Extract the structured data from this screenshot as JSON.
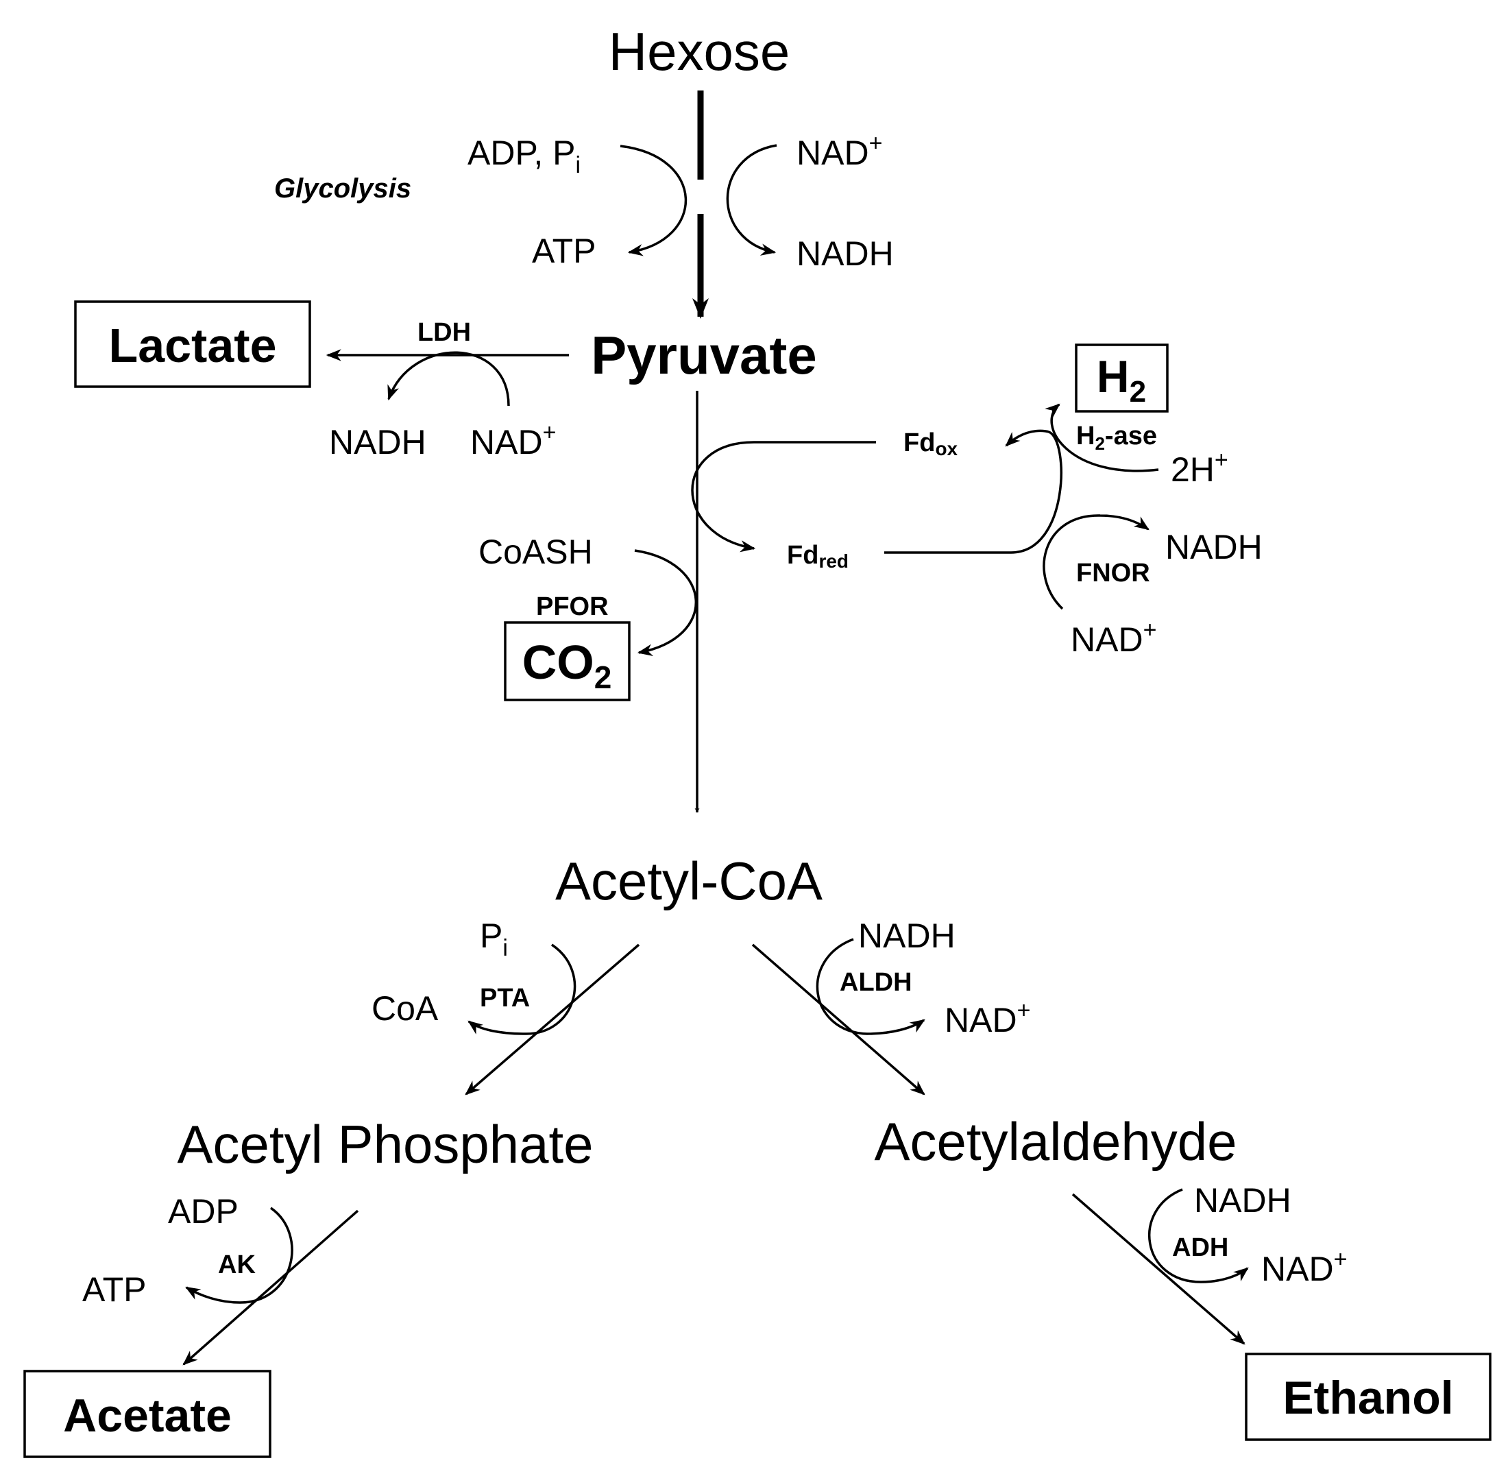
{
  "metabolites": {
    "hexose": "Hexose",
    "pyruvate": "Pyruvate",
    "lactate": "Lactate",
    "acetyl_coa": "Acetyl-CoA",
    "acetyl_phosphate": "Acetyl Phosphate",
    "acetylaldehyde": "Acetylaldehyde",
    "acetate": "Acetate",
    "ethanol": "Ethanol",
    "co2_main": "CO",
    "co2_sub": "2",
    "h2_main": "H",
    "h2_sub": "2"
  },
  "glycolysis": {
    "label": "Glycolysis",
    "adp_pi": "ADP, P",
    "pi_sub": "i",
    "atp": "ATP",
    "nad": "NAD",
    "nad_sup": "+",
    "nadh": "NADH"
  },
  "ldh": {
    "enzyme": "LDH",
    "nadh": "NADH",
    "nad": "NAD",
    "nad_sup": "+"
  },
  "pfor": {
    "enzyme": "PFOR",
    "coash": "CoASH",
    "fd_ox": "Fd",
    "fd_ox_sub": "ox",
    "fd_red": "Fd",
    "fd_red_sub": "red"
  },
  "h2ase": {
    "enzyme_main": "H",
    "enzyme_sub": "2",
    "enzyme_rest": "-ase",
    "two_h": "2H",
    "two_h_sup": "+"
  },
  "fnor": {
    "enzyme": "FNOR",
    "nadh": "NADH",
    "nad": "NAD",
    "nad_sup": "+"
  },
  "pta": {
    "enzyme": "PTA",
    "pi": "P",
    "pi_sub": "i",
    "coa": "CoA"
  },
  "aldh": {
    "enzyme": "ALDH",
    "nadh": "NADH",
    "nad": "NAD",
    "nad_sup": "+"
  },
  "ak": {
    "enzyme": "AK",
    "adp": "ADP",
    "atp": "ATP"
  },
  "adh": {
    "enzyme": "ADH",
    "nadh": "NADH",
    "nad": "NAD",
    "nad_sup": "+"
  }
}
